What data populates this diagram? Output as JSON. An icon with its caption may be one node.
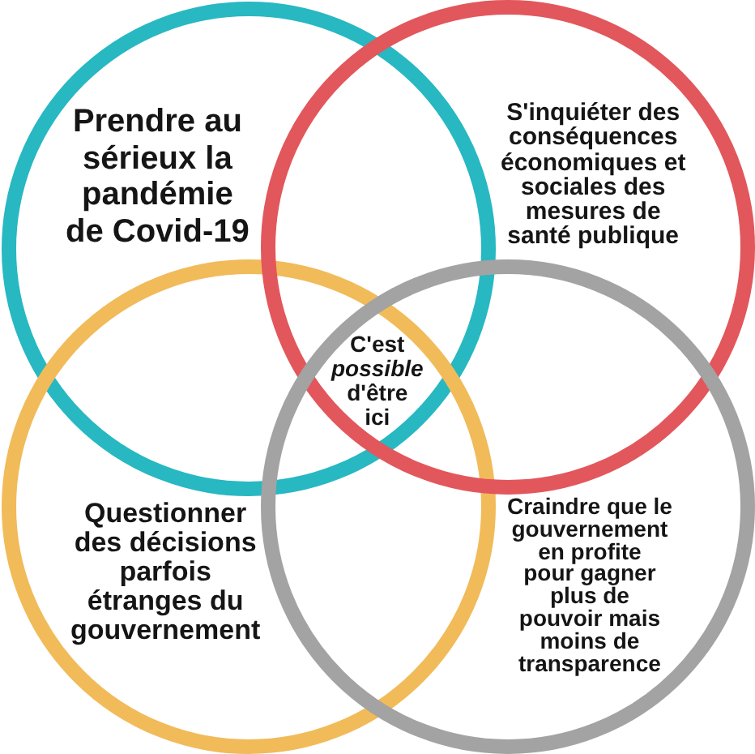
{
  "diagram": {
    "nodes": [
      {
        "text": [
          "Prendre au sérieux la pandémie de Covid-19"
        ]
      },
      {
        "text": [
          "S'inquiéter des conséquences économiques et sociales des mesures de santé publique"
        ]
      },
      {
        "text": [
          "Questionner des décisions parfois étranges du gouvernement"
        ]
      },
      {
        "text": [
          "Craindre que le gouvernement en profite pour gagner plus de pouvoir mais moins de transparence"
        ]
      }
    ],
    "labels": [
      "C'est *possible* d'être ici"
    ]
  }
}
